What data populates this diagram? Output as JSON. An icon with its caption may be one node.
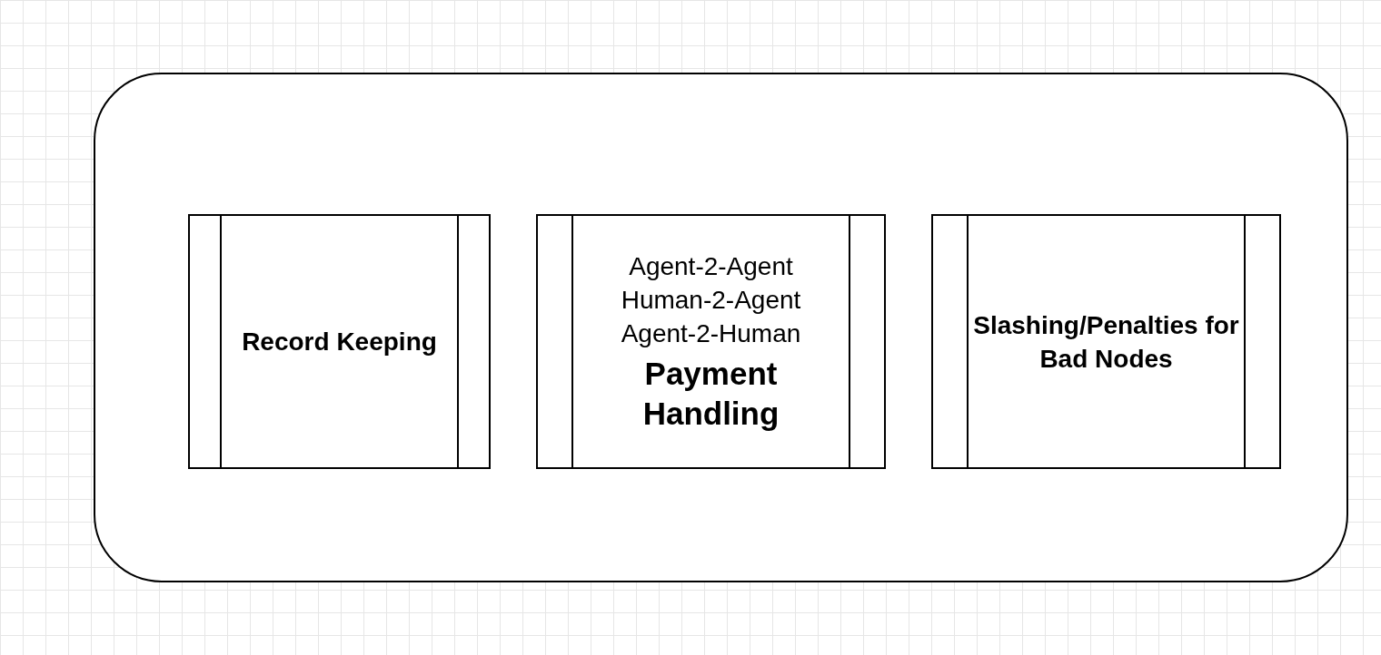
{
  "diagram": {
    "nodes": [
      {
        "text": [],
        "shape": "box"
      },
      {
        "text": [
          "Record Keeping"
        ],
        "in": 0
      },
      {
        "text": [
          "Agent-2-Agent",
          "Human-2-Agent",
          "Agent-2-Human",
          "Payment Handling"
        ],
        "in": 0
      },
      {
        "text": [
          "Slashing/Penalties for Bad Nodes"
        ],
        "in": 0
      }
    ],
    "edges": []
  }
}
